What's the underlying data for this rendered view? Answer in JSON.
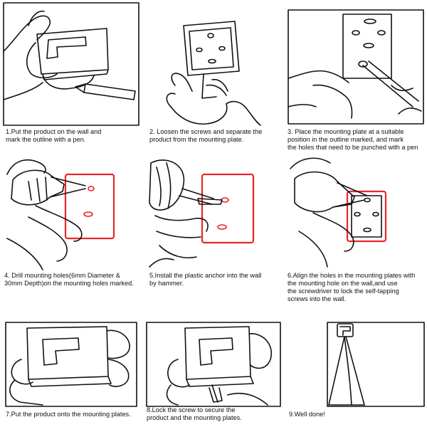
{
  "steps": [
    {
      "id": 1,
      "caption": "1.Put the product on the wall and\nmark the outline with a pen."
    },
    {
      "id": 2,
      "caption": "2. Loosen the screws and separate the\nproduct from the mounting plate."
    },
    {
      "id": 3,
      "caption": "3. Place the mounting plate at a suitable\nposition in the outline marked, and mark\nthe holes that  need to be punched with a pen"
    },
    {
      "id": 4,
      "caption": "4. Drill mounting holes(6mm Diameter &\n30mm Depth)on the mounting holes marked."
    },
    {
      "id": 5,
      "caption": "5.Install the plastic anchor into the wall\nby hammer."
    },
    {
      "id": 6,
      "caption": "6.Align the holes in the mounting plates with\nthe mounting hole on the wall,and  use\nthe screwdriver to lock the self-tapping\nscrews into the wall."
    },
    {
      "id": 7,
      "caption": "7.Put the product onto the mounting plates."
    },
    {
      "id": 8,
      "caption": "8.Lock the screw to secure the\nproduct and the mounting plates."
    },
    {
      "id": 9,
      "caption": "9.Well done!"
    }
  ],
  "colors": {
    "line": "#111111",
    "accent": "#e8262b",
    "background": "#ffffff"
  }
}
